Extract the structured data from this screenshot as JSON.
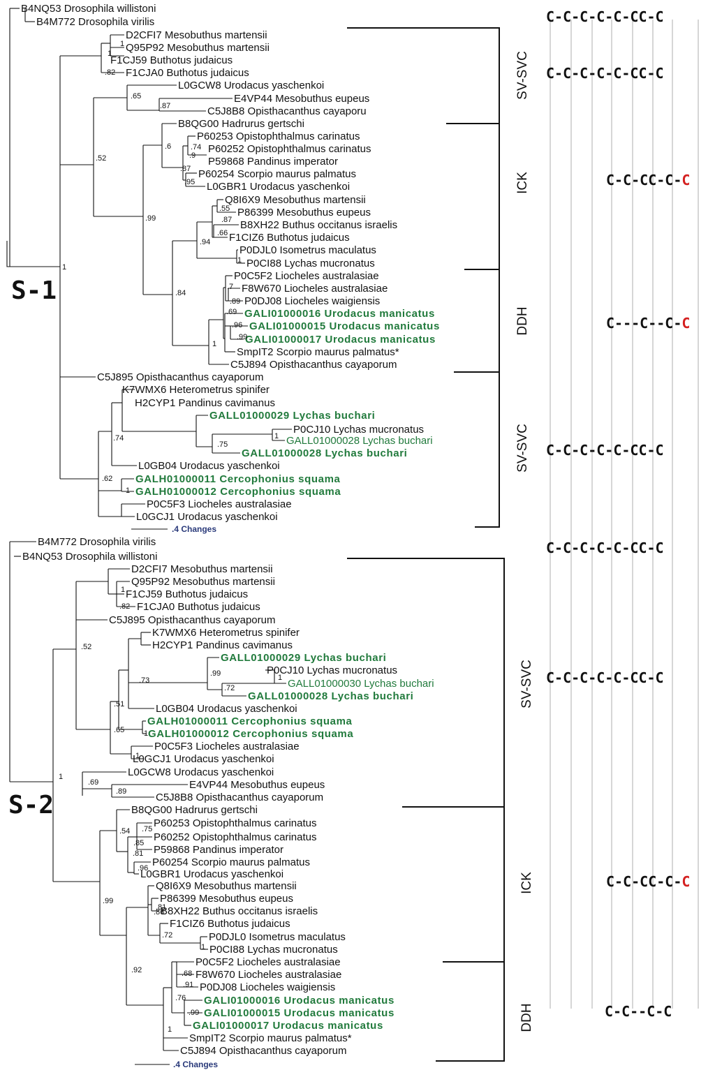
{
  "panels": [
    {
      "label": "S-1",
      "scale_label": ".4 Changes",
      "leaves": [
        {
          "text": "B4NQ53 Drosophila willistoni"
        },
        {
          "text": "B4M772 Drosophila virilis"
        },
        {
          "text": "D2CFI7 Mesobuthus martensii"
        },
        {
          "text": "Q95P92 Mesobuthus martensii"
        },
        {
          "text": "F1CJ59 Buthotus judaicus"
        },
        {
          "text": "F1CJA0 Buthotus judaicus"
        },
        {
          "text": "L0GCW8 Urodacus yaschenkoi"
        },
        {
          "text": "E4VP44 Mesobuthus eupeus"
        },
        {
          "text": "C5J8B8 Opisthacanthus cayaporu"
        },
        {
          "text": "B8QG00 Hadrurus gertschi"
        },
        {
          "text": "P60253 Opistophthalmus carinatus"
        },
        {
          "text": "P60252 Opistophthalmus carinatus"
        },
        {
          "text": "P59868 Pandinus imperator"
        },
        {
          "text": "P60254 Scorpio maurus palmatus"
        },
        {
          "text": "L0GBR1 Urodacus yaschenkoi"
        },
        {
          "text": "Q8I6X9 Mesobuthus martensii"
        },
        {
          "text": "P86399 Mesobuthus eupeus"
        },
        {
          "text": "B8XH22 Buthus occitanus israelis"
        },
        {
          "text": "F1CIZ6 Buthotus judaicus"
        },
        {
          "text": "P0DJL0 Isometrus maculatus"
        },
        {
          "text": "P0CI88 Lychas mucronatus"
        },
        {
          "text": "P0C5F2 Liocheles australasiae"
        },
        {
          "text": "F8W670 Liocheles australasiae"
        },
        {
          "text": "P0DJ08 Liocheles waigiensis"
        },
        {
          "text": "GALI01000016 Urodacus manicatus",
          "green": true,
          "bold": true
        },
        {
          "text": "GALI01000015 Urodacus manicatus",
          "green": true,
          "bold": true
        },
        {
          "text": "GALI01000017 Urodacus manicatus",
          "green": true,
          "bold": true
        },
        {
          "text": "SmpIT2 Scorpio maurus palmatus*"
        },
        {
          "text": "C5J894 Opisthacanthus cayaporum"
        },
        {
          "text": "C5J895 Opisthacanthus cayaporum"
        },
        {
          "text": "K7WMX6 Heterometrus spinifer"
        },
        {
          "text": "H2CYP1 Pandinus cavimanus"
        },
        {
          "text": "GALL01000029 Lychas buchari",
          "green": true,
          "bold": true
        },
        {
          "text": "P0CJ10 Lychas mucronatus"
        },
        {
          "text": "GALL01000028 Lychas buchari",
          "green": true
        },
        {
          "text": "GALL01000028 Lychas buchari",
          "green": true,
          "bold": true
        },
        {
          "text": "L0GB04 Urodacus yaschenkoi"
        },
        {
          "text": "GALH01000011 Cercophonius squama",
          "green": true,
          "bold": true
        },
        {
          "text": "GALH01000012 Cercophonius squama",
          "green": true,
          "bold": true
        },
        {
          "text": "P0C5F3 Liocheles australasiae"
        },
        {
          "text": "L0GCJ1 Urodacus yaschenkoi"
        }
      ],
      "support": [
        ".82",
        ".65",
        ".87",
        ".52",
        ".6",
        ".74",
        ".9",
        ".87",
        ".95",
        ".99",
        ".55",
        ".87",
        ".66",
        ".94",
        ".84",
        ".7",
        ".89",
        ".69",
        ".96",
        ".99",
        ".74",
        ".75",
        ".62",
        "1",
        "1",
        "1",
        "1",
        "1",
        "1",
        "1"
      ],
      "groups": [
        {
          "label": "SV-SVC"
        },
        {
          "label": "ICK"
        },
        {
          "label": "DDH"
        },
        {
          "label": "SV-SVC"
        }
      ],
      "motifs": [
        {
          "text": "C-C-C-C-C-CC-C"
        },
        {
          "text": "C-C-C-C-C-CC-C"
        },
        {
          "text": "C-C-CC-C-",
          "red": "C"
        },
        {
          "text": "C---C--C-",
          "red": "C"
        },
        {
          "text": "C-C-C-C-C-CC-C"
        }
      ]
    },
    {
      "label": "S-2",
      "scale_label": ".4 Changes",
      "leaves": [
        {
          "text": "B4M772 Drosophila virilis"
        },
        {
          "text": "B4NQ53 Drosophila willistoni"
        },
        {
          "text": "D2CFI7 Mesobuthus martensii"
        },
        {
          "text": "Q95P92 Mesobuthus martensii"
        },
        {
          "text": "F1CJ59 Buthotus judaicus"
        },
        {
          "text": "F1CJA0 Buthotus judaicus"
        },
        {
          "text": "C5J895 Opisthacanthus cayaporum"
        },
        {
          "text": "K7WMX6 Heterometrus spinifer"
        },
        {
          "text": "H2CYP1 Pandinus cavimanus"
        },
        {
          "text": "GALL01000029 Lychas buchari",
          "green": true,
          "bold": true
        },
        {
          "text": "P0CJ10 Lychas mucronatus"
        },
        {
          "text": "GALL01000030 Lychas buchari",
          "green": true
        },
        {
          "text": "GALL01000028 Lychas buchari",
          "green": true,
          "bold": true
        },
        {
          "text": "L0GB04 Urodacus yaschenkoi"
        },
        {
          "text": "GALH01000011 Cercophonius squama",
          "green": true,
          "bold": true
        },
        {
          "text": "GALH01000012 Cercophonius squama",
          "green": true,
          "bold": true
        },
        {
          "text": "P0C5F3 Liocheles australasiae"
        },
        {
          "text": "L0GCJ1 Urodacus yaschenkoi"
        },
        {
          "text": "L0GCW8 Urodacus yaschenkoi"
        },
        {
          "text": "E4VP44 Mesobuthus eupeus"
        },
        {
          "text": "C5J8B8 Opisthacanthus cayaporum"
        },
        {
          "text": "B8QG00 Hadrurus gertschi"
        },
        {
          "text": "P60253 Opistophthalmus carinatus"
        },
        {
          "text": "P60252 Opistophthalmus carinatus"
        },
        {
          "text": "P59868 Pandinus imperator"
        },
        {
          "text": "P60254 Scorpio maurus palmatus"
        },
        {
          "text": "L0GBR1 Urodacus yaschenkoi"
        },
        {
          "text": "Q8I6X9 Mesobuthus martensii"
        },
        {
          "text": "P86399 Mesobuthus eupeus"
        },
        {
          "text": "B8XH22 Buthus occitanus israelis"
        },
        {
          "text": "F1CIZ6 Buthotus judaicus"
        },
        {
          "text": "P0DJL0 Isometrus maculatus"
        },
        {
          "text": "P0CI88 Lychas mucronatus"
        },
        {
          "text": "P0C5F2 Liocheles australasiae"
        },
        {
          "text": "F8W670 Liocheles australasiae"
        },
        {
          "text": "P0DJ08 Liocheles waigiensis"
        },
        {
          "text": "GALI01000016 Urodacus manicatus",
          "green": true,
          "bold": true
        },
        {
          "text": "GALI01000015 Urodacus manicatus",
          "green": true,
          "bold": true
        },
        {
          "text": "GALI01000017 Urodacus manicatus",
          "green": true,
          "bold": true
        },
        {
          "text": "SmpIT2 Scorpio maurus palmatus*"
        },
        {
          "text": "C5J894 Opisthacanthus cayaporum"
        }
      ],
      "support": [
        ".82",
        ".52",
        ".73",
        ".99",
        ".72",
        ".51",
        ".65",
        ".69",
        ".89",
        "1",
        ".54",
        ".75",
        ".85",
        ".81",
        ".96",
        ".99",
        ".81",
        ".86",
        ".72",
        ".92",
        ".68",
        ".91",
        ".76",
        ".99",
        "1",
        "1",
        "1",
        "1",
        "1",
        "1"
      ],
      "groups": [
        {
          "label": "SV-SVC"
        },
        {
          "label": "ICK"
        },
        {
          "label": "DDH"
        }
      ],
      "motifs": [
        {
          "text": "C-C-C-C-C-CC-C"
        },
        {
          "text": "C-C-C-C-C-CC-C"
        },
        {
          "text": "C-C-CC-C-",
          "red": "C"
        },
        {
          "text": "C-C--C-C"
        }
      ]
    }
  ],
  "colors": {
    "green": "#217a3c",
    "red": "#d42020",
    "grid": "#c8c8c8"
  }
}
